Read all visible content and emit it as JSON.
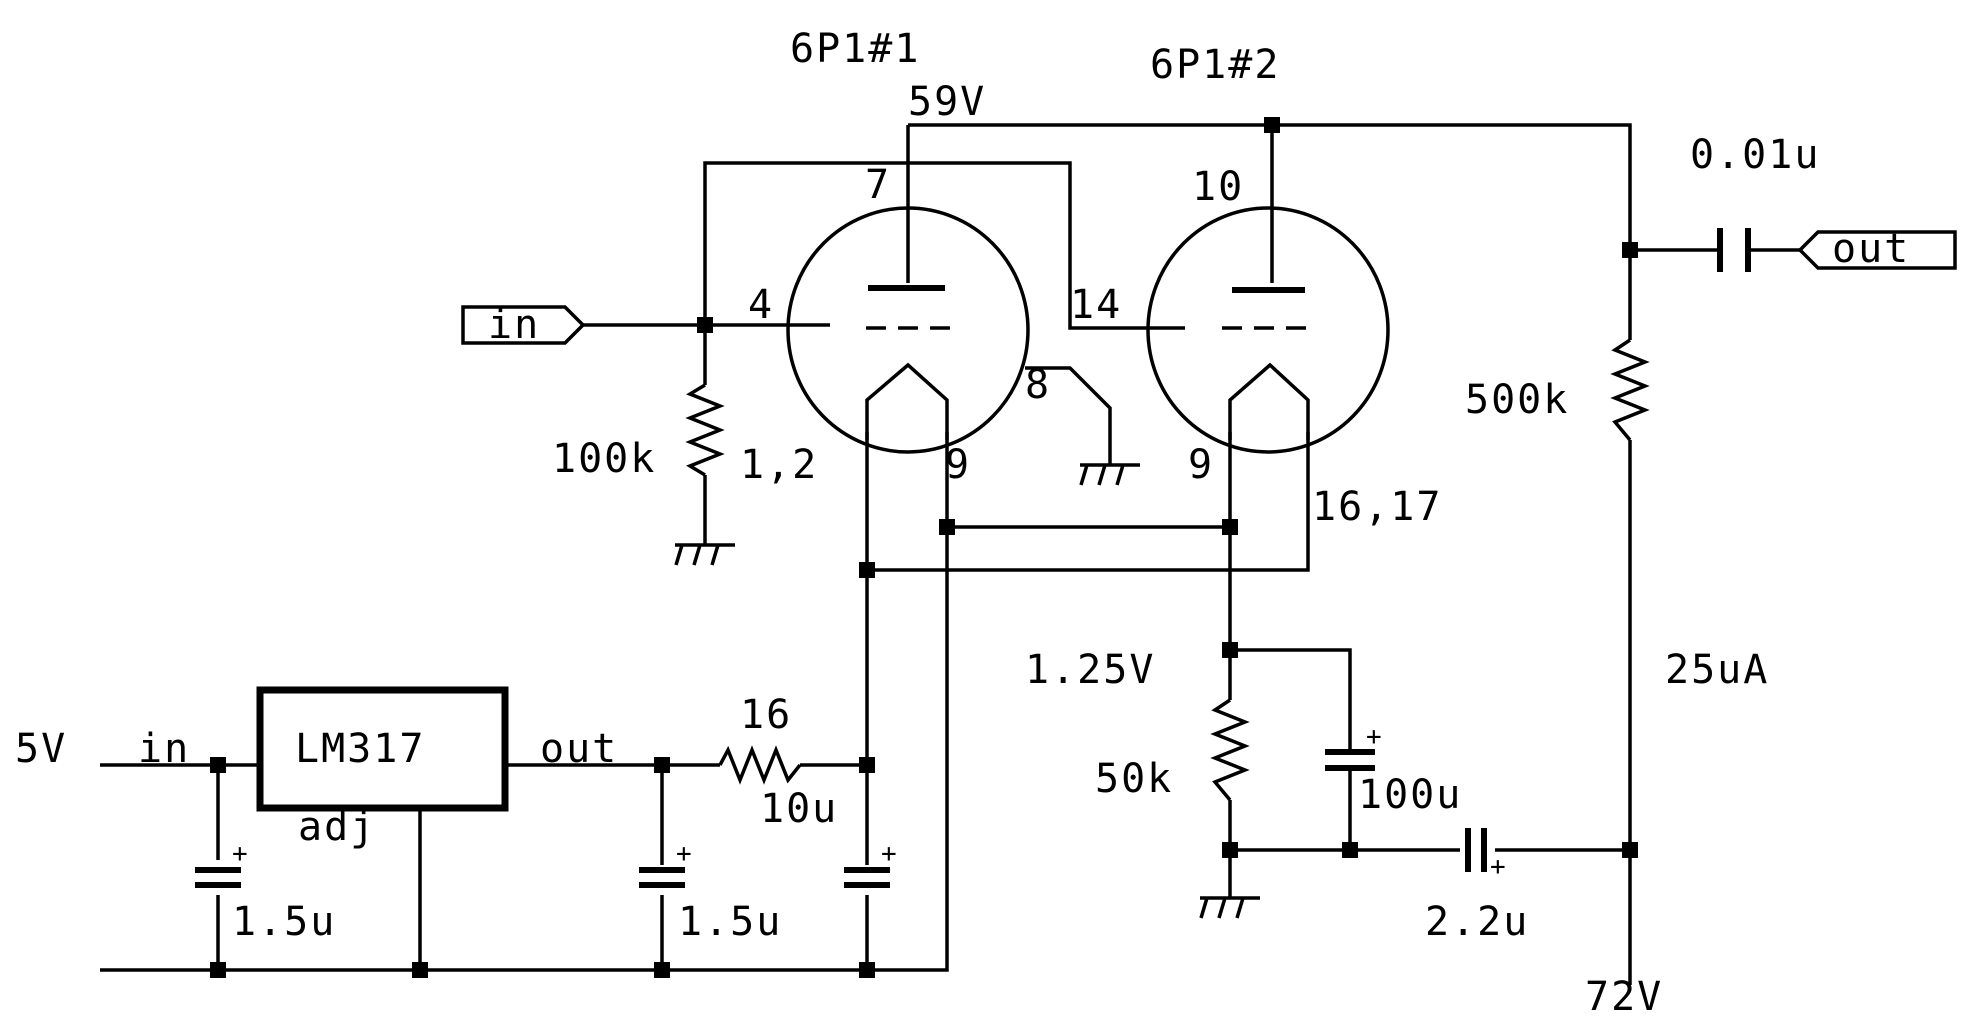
{
  "tubes": [
    {
      "id": "tube1",
      "name": "6P1#1",
      "pin_plate": "7",
      "pin_grid": "4",
      "pin_cathode_heater": "1,2",
      "pin_heater": "9",
      "pin_screen": "8"
    },
    {
      "id": "tube2",
      "name": "6P1#2",
      "pin_plate": "10",
      "pin_grid": "14",
      "pin_heater": "9",
      "pin_heater2": "16,17"
    }
  ],
  "ports": {
    "input": "in",
    "output": "out"
  },
  "regulator": {
    "name": "LM317",
    "pin_in": "in",
    "pin_out": "out",
    "pin_adj": "adj"
  },
  "supply_input": "5V",
  "voltages": {
    "plate": "59V",
    "cathode": "1.25V",
    "supply_high": "72V"
  },
  "current": "25uA",
  "components": {
    "grid_resistor": "100k",
    "load_resistor": "500k",
    "coupling_cap": "0.01u",
    "cathode_resistor": "50k",
    "cathode_cap": "100u",
    "bypass_cap": "2.2u",
    "heater_resistor": "16",
    "filter_cap": "10u",
    "reg_in_cap": "1.5u",
    "reg_out_cap": "1.5u"
  },
  "colors": {
    "ink": "#000000",
    "background": "#ffffff"
  }
}
